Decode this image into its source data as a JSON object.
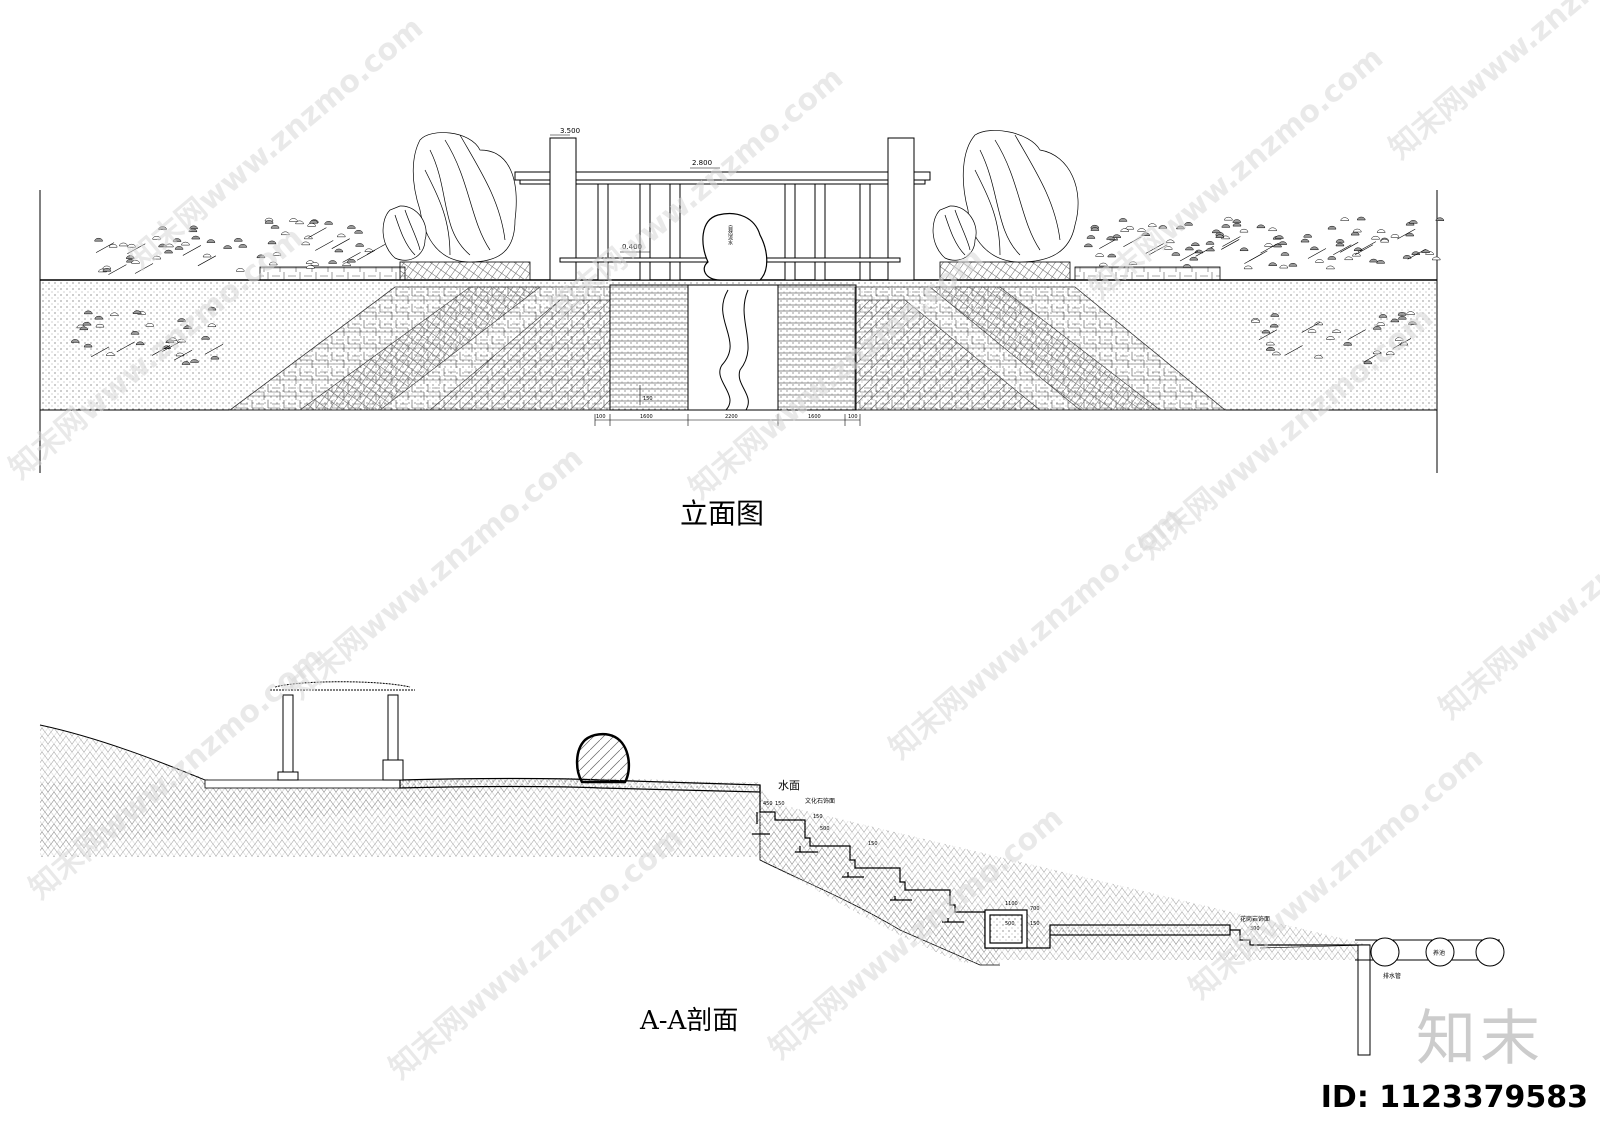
{
  "elevation": {
    "title": "立面图",
    "dims": {
      "top": [
        "3.500",
        "2.800",
        "0.400"
      ],
      "bottom": [
        "100",
        "1600",
        "2200",
        "1600",
        "100"
      ],
      "step": "150"
    },
    "stone_label": "自然流水"
  },
  "section": {
    "title": "A-A剖面",
    "labels": {
      "water": "水面",
      "stone": "文化石饰面",
      "trim": "花岗岩饰面",
      "drain": "排水管",
      "pool": "养池"
    },
    "dims": [
      "450",
      "150",
      "150",
      "500",
      "150",
      "1100",
      "700",
      "500",
      "150",
      "300"
    ]
  },
  "watermark": {
    "text": "知末网www.znzmo.com",
    "brand": "知末",
    "id": "ID: 1123379583"
  },
  "colors": {
    "line": "#000000",
    "watermark": "#d8d8d8"
  }
}
